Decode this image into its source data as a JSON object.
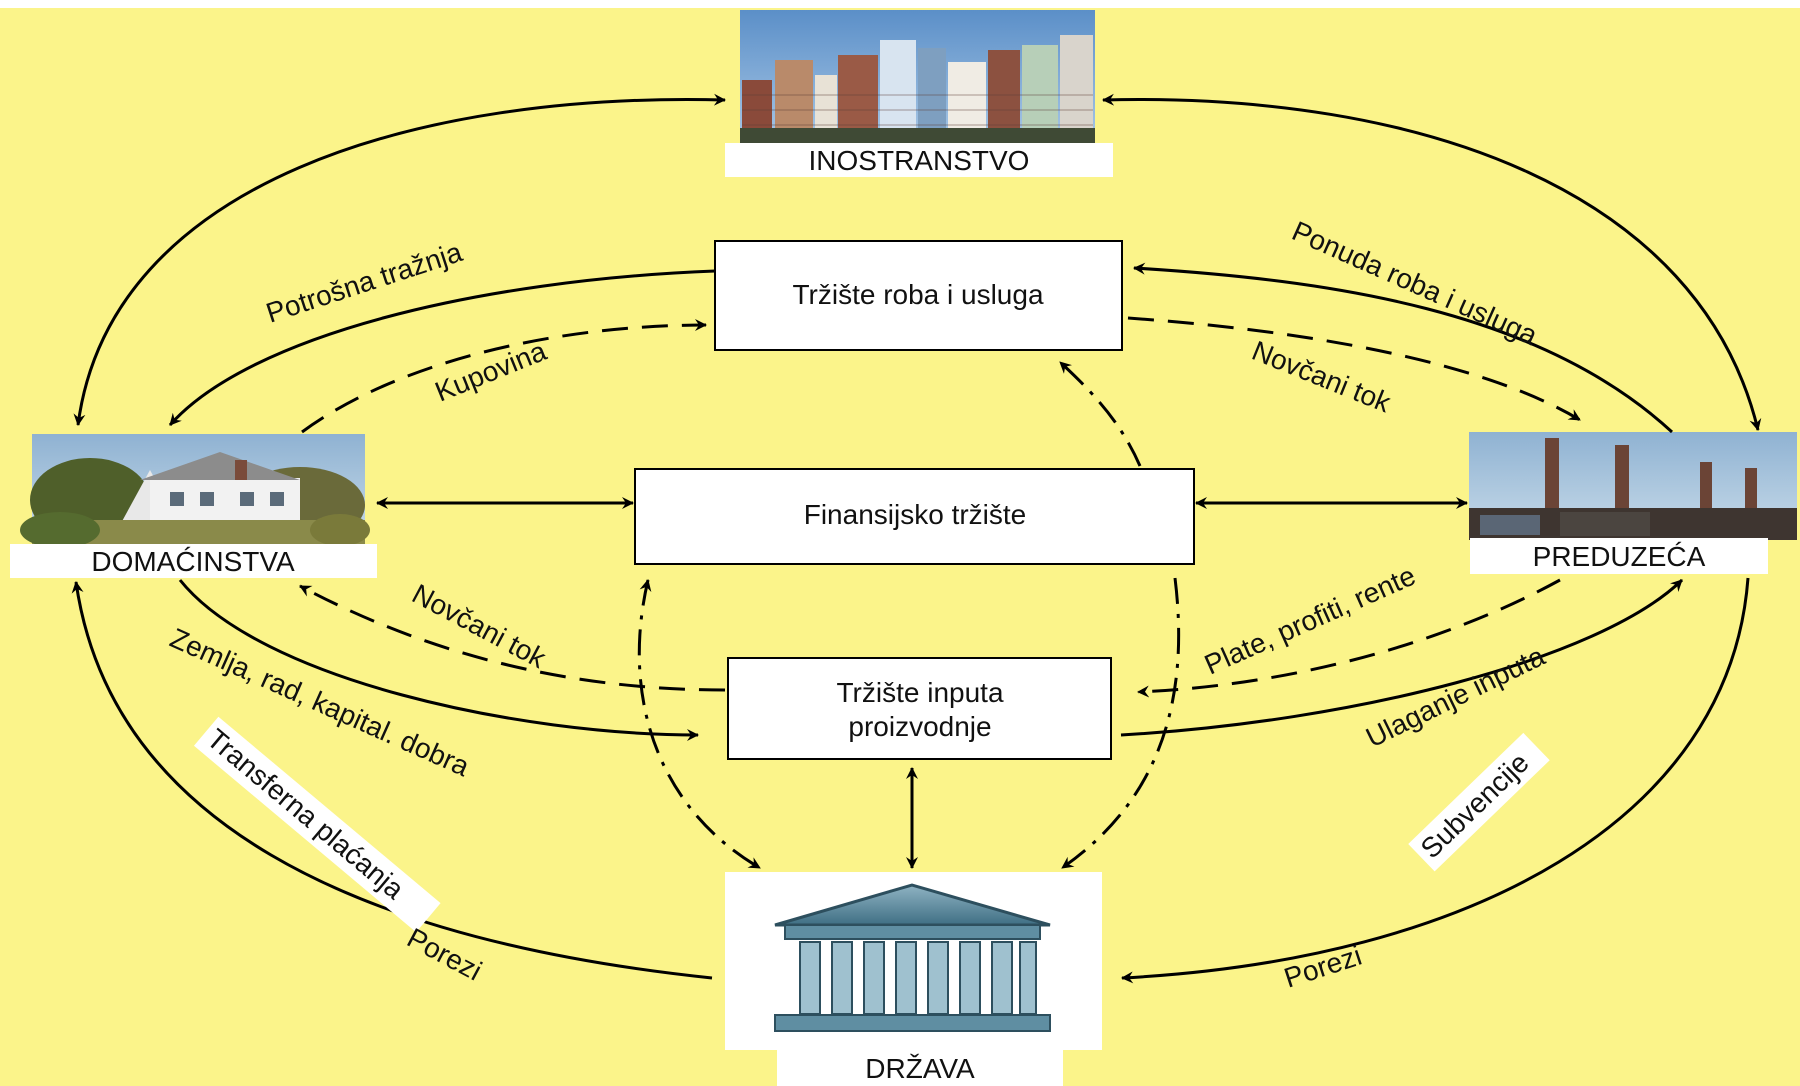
{
  "colors": {
    "background": "#FBF48A",
    "box_fill": "#FFFFFF",
    "line": "#000000"
  },
  "nodes": {
    "foreign": {
      "label": "INOSTRANSTVO",
      "icon": "city-buildings-icon"
    },
    "households": {
      "label": "DOMAĆINSTVA",
      "icon": "house-icon"
    },
    "firms": {
      "label": "PREDUZEĆA",
      "icon": "factory-icon"
    },
    "state": {
      "label": "DRŽAVA",
      "icon": "government-building-icon"
    }
  },
  "boxes": {
    "goods_market": "Tržište roba i usluga",
    "financial_market": "Finansijsko tržište",
    "input_market_line1": "Tržište inputa",
    "input_market_line2": "proizvodnje"
  },
  "flows": {
    "consumer_demand": "Potrošna tražnja",
    "purchase": "Kupovina",
    "goods_supply": "Ponuda roba i usluga",
    "money_flow_firms": "Novčani tok",
    "money_flow_households": "Novčani tok",
    "factors": "Zemlja, rad, kapital. dobra",
    "wages_profits": "Plate, profiti, rente",
    "input_investment": "Ulaganje inputa",
    "transfer_payments": "Transferna plaćanja",
    "taxes_households": "Porezi",
    "subsidies": "Subvencije",
    "taxes_firms": "Porezi"
  }
}
